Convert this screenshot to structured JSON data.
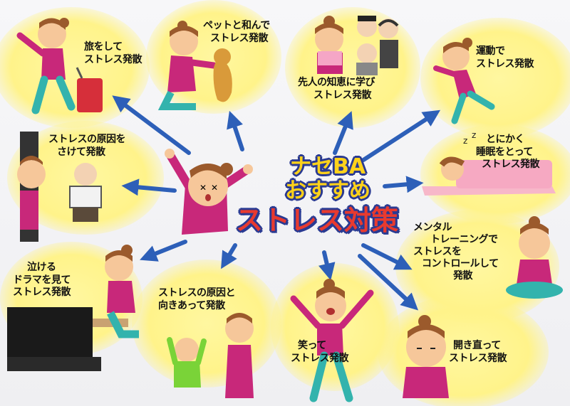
{
  "title": {
    "line1": "ナセBA",
    "line2": "おすすめ",
    "line3": "ストレス対策"
  },
  "captions": {
    "travel": [
      "旅をして",
      "ストレス発散"
    ],
    "pet": [
      "ペットと和んで",
      "ストレス発散"
    ],
    "wisdom": [
      "先人の知恵に学び",
      "ストレス発散"
    ],
    "exercise": [
      "運動で",
      "ストレス発散"
    ],
    "avoid": [
      "ストレスの原因を",
      "さけて発散"
    ],
    "sleep": [
      "とにかく",
      "睡眠をとって",
      "ストレス発散"
    ],
    "mental": [
      "メンタル",
      "トレーニングで",
      "ストレスを",
      "コントロールして",
      "発散"
    ],
    "drama": [
      "泣ける",
      "ドラマを見て",
      "ストレス発散"
    ],
    "face": [
      "ストレスの原因と",
      "向きあって発散"
    ],
    "laugh": [
      "笑って",
      "ストレス発散"
    ],
    "resign": [
      "開き直って",
      "ストレス発散"
    ]
  },
  "colors": {
    "cloud": "#fff38a",
    "arrow": "#2d5fb8",
    "shirt": "#c8287a",
    "skin": "#f6c79a",
    "hair": "#9b5a2c",
    "pants": "#33b3ad",
    "title_yellow": "#ffd21a",
    "title_red": "#e83a2f",
    "title_outline": "#2a3a92"
  }
}
